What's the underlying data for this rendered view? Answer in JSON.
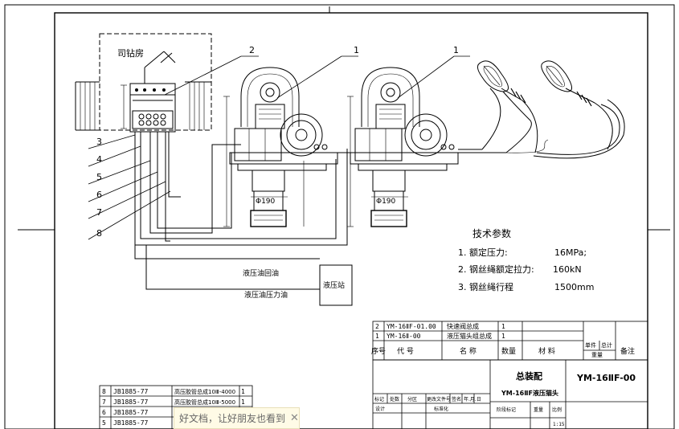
{
  "drawing": {
    "operator_room": "司钻房",
    "callouts": [
      "1",
      "1",
      "2",
      "3",
      "4",
      "5",
      "6",
      "7",
      "8"
    ],
    "diameter_label": "Φ190",
    "hyd_inflow": "液压油回油",
    "hyd_outflow": "液压油压力油",
    "hyd_station": "液压站",
    "tech_params": {
      "title": "技术参数",
      "lines": [
        {
          "label": "1. 额定压力:",
          "value": "16MPa;"
        },
        {
          "label": "2. 钢丝绳额定拉力:",
          "value": "160kN"
        },
        {
          "label": "3. 钢丝绳行程",
          "value": "1500mm"
        }
      ]
    }
  },
  "parts_table": {
    "rows": [
      {
        "no": "2",
        "code": "YM-16ⅡF-01.00",
        "name": "快速阀总成",
        "qty": "1"
      },
      {
        "no": "1",
        "code": "YM-16Ⅱ-00",
        "name": "液压猫头组总成",
        "qty": "1"
      }
    ],
    "headers": [
      "序号",
      "代  号",
      "名  称",
      "数量",
      "材  料",
      "单件",
      "总计",
      "重量",
      "备注"
    ]
  },
  "title_block": {
    "title": "总装配",
    "subtitle": "YM-16ⅡF液压猫头",
    "drawing_no": "YM-16ⅡF-00",
    "change_headers": [
      "标记",
      "处数",
      "分区",
      "更改文件号",
      "签名",
      "年.月.日"
    ],
    "design_labels": [
      "设计",
      "标准化"
    ],
    "stage_labels": [
      "阶段标记",
      "重量",
      "比例"
    ],
    "scale": "1:15"
  },
  "hose_table": {
    "rows": [
      {
        "no": "8",
        "std": "JB1885-77",
        "name": "高压胶管总成10Ⅲ-4000",
        "qty": "1"
      },
      {
        "no": "7",
        "std": "JB1885-77",
        "name": "高压胶管总成10Ⅲ-5000",
        "qty": "1"
      },
      {
        "no": "6",
        "std": "JB1885-77",
        "name": "",
        "qty": ""
      },
      {
        "no": "5",
        "std": "JB1885-77",
        "name": "",
        "qty": ""
      }
    ]
  },
  "toast": {
    "text": "好文档，让好朋友也看到"
  }
}
